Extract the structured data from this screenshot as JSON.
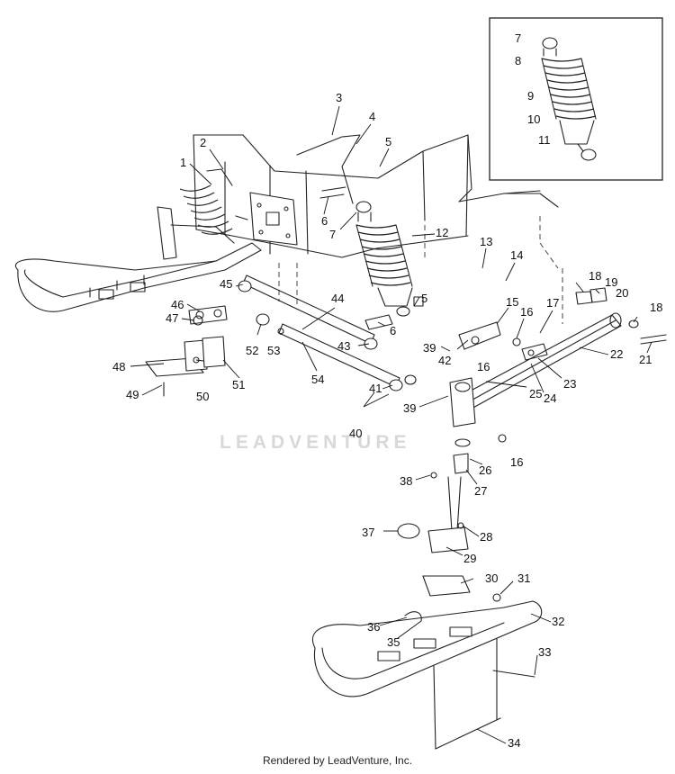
{
  "watermark": "LEADVENTURE",
  "credit": "Rendered by LeadVenture, Inc.",
  "callouts": [
    "1",
    "2",
    "3",
    "4",
    "5",
    "5",
    "6",
    "6",
    "7",
    "7",
    "8",
    "9",
    "10",
    "11",
    "12",
    "13",
    "14",
    "15",
    "16",
    "16",
    "16",
    "17",
    "18",
    "18",
    "19",
    "20",
    "21",
    "22",
    "23",
    "24",
    "25",
    "26",
    "27",
    "28",
    "29",
    "30",
    "31",
    "32",
    "33",
    "34",
    "35",
    "36",
    "37",
    "38",
    "39",
    "39",
    "40",
    "41",
    "42",
    "43",
    "44",
    "45",
    "46",
    "47",
    "48",
    "49",
    "50",
    "51",
    "52",
    "53",
    "54"
  ]
}
